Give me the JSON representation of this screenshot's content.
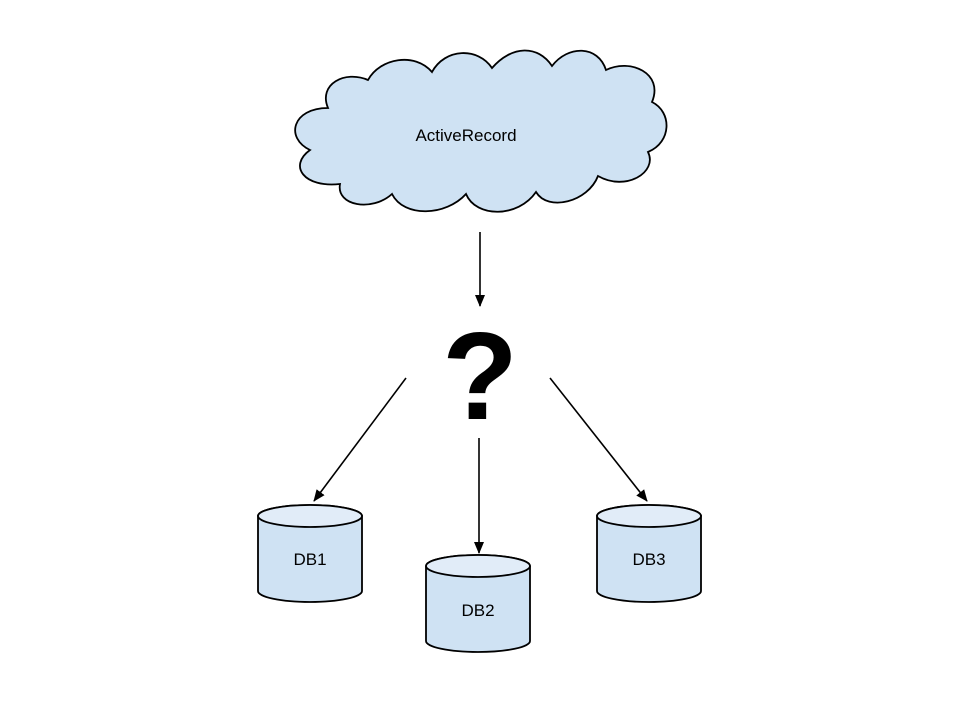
{
  "colors": {
    "node_fill": "#cfe2f3",
    "db_top_fill": "#e1ecf8",
    "stroke": "#000000",
    "background": "#ffffff"
  },
  "cloud": {
    "label": "ActiveRecord",
    "icon": "cloud-shape"
  },
  "router": {
    "symbol": "?"
  },
  "databases": [
    {
      "label": "DB1",
      "icon": "database-cylinder"
    },
    {
      "label": "DB2",
      "icon": "database-cylinder"
    },
    {
      "label": "DB3",
      "icon": "database-cylinder"
    }
  ],
  "edges": [
    {
      "from": "ActiveRecord",
      "to": "?"
    },
    {
      "from": "?",
      "to": "DB1"
    },
    {
      "from": "?",
      "to": "DB2"
    },
    {
      "from": "?",
      "to": "DB3"
    }
  ]
}
